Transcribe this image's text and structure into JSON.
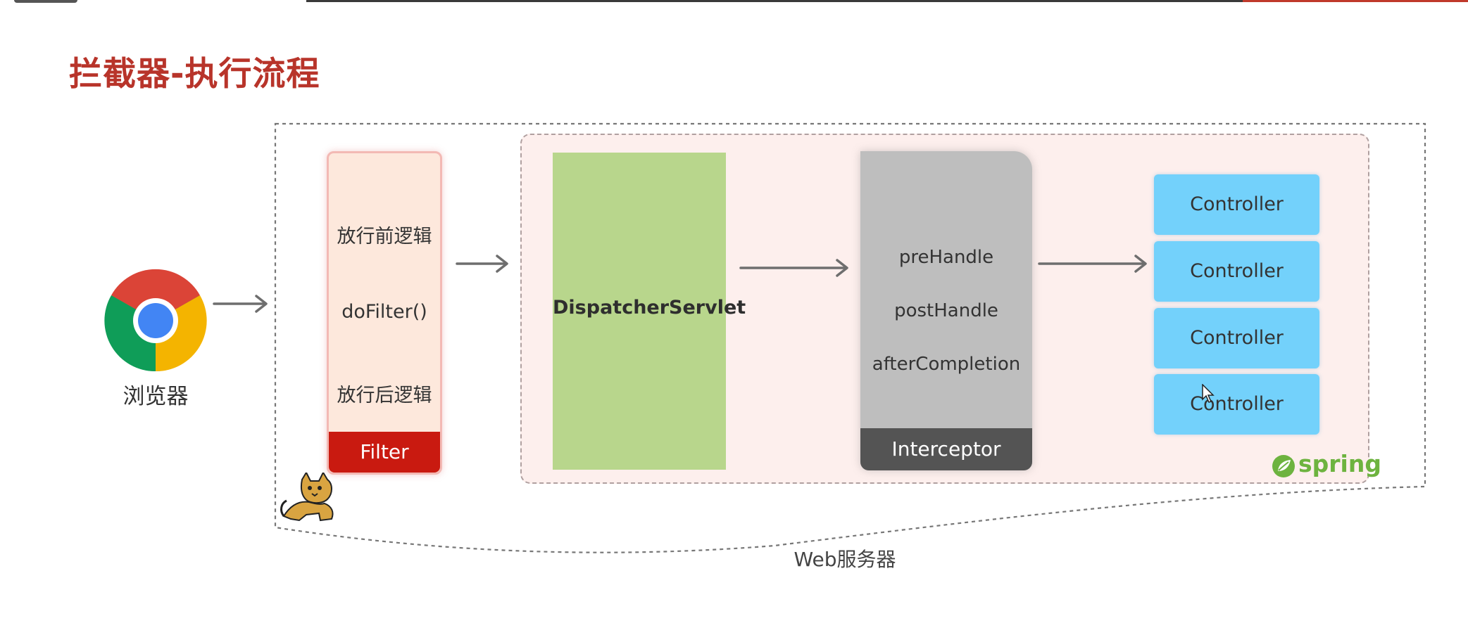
{
  "title": "拦截器-执行流程",
  "browser": {
    "label": "浏览器",
    "icon": "chrome-icon"
  },
  "filter": {
    "before": "放行前逻辑",
    "call": "doFilter()",
    "after": "放行后逻辑",
    "label": "Filter"
  },
  "dispatcher": {
    "label": "DispatcherServlet"
  },
  "interceptor": {
    "methods": [
      "preHandle",
      "postHandle",
      "afterCompletion"
    ],
    "label": "Interceptor"
  },
  "controllers": [
    "Controller",
    "Controller",
    "Controller",
    "Controller"
  ],
  "spring_logo": {
    "text": "spring",
    "icon": "spring-leaf-icon"
  },
  "server": {
    "label": "Web服务器",
    "icon": "tomcat-icon"
  },
  "colors": {
    "title": "#b8342a",
    "filter_label": "#c91a10",
    "filter_body": "#fde8dc",
    "dispatcher": "#b8d68c",
    "interceptor_body": "#bebebe",
    "interceptor_label": "#545454",
    "controller": "#73d1fb",
    "spring": "#6db33f"
  }
}
